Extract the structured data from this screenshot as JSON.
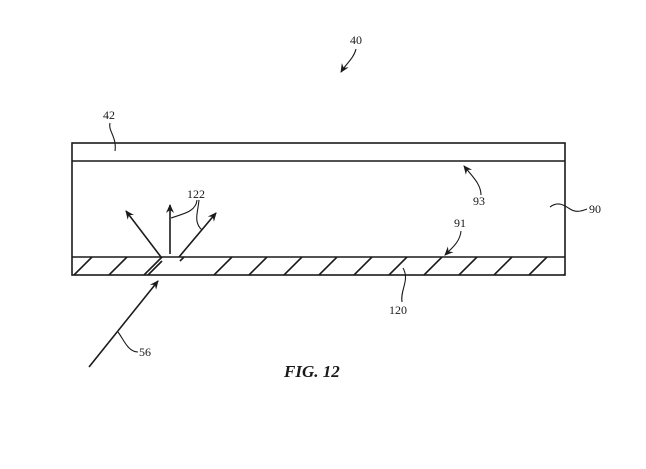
{
  "figure": {
    "caption": "FIG. 12",
    "ref_labels": {
      "assembly": "40",
      "top_layer": "42",
      "substrate": "90",
      "bottom_surface": "91",
      "top_surface": "93",
      "scattering_layer": "120",
      "scattered_light": "122",
      "incident_light": "56"
    }
  }
}
